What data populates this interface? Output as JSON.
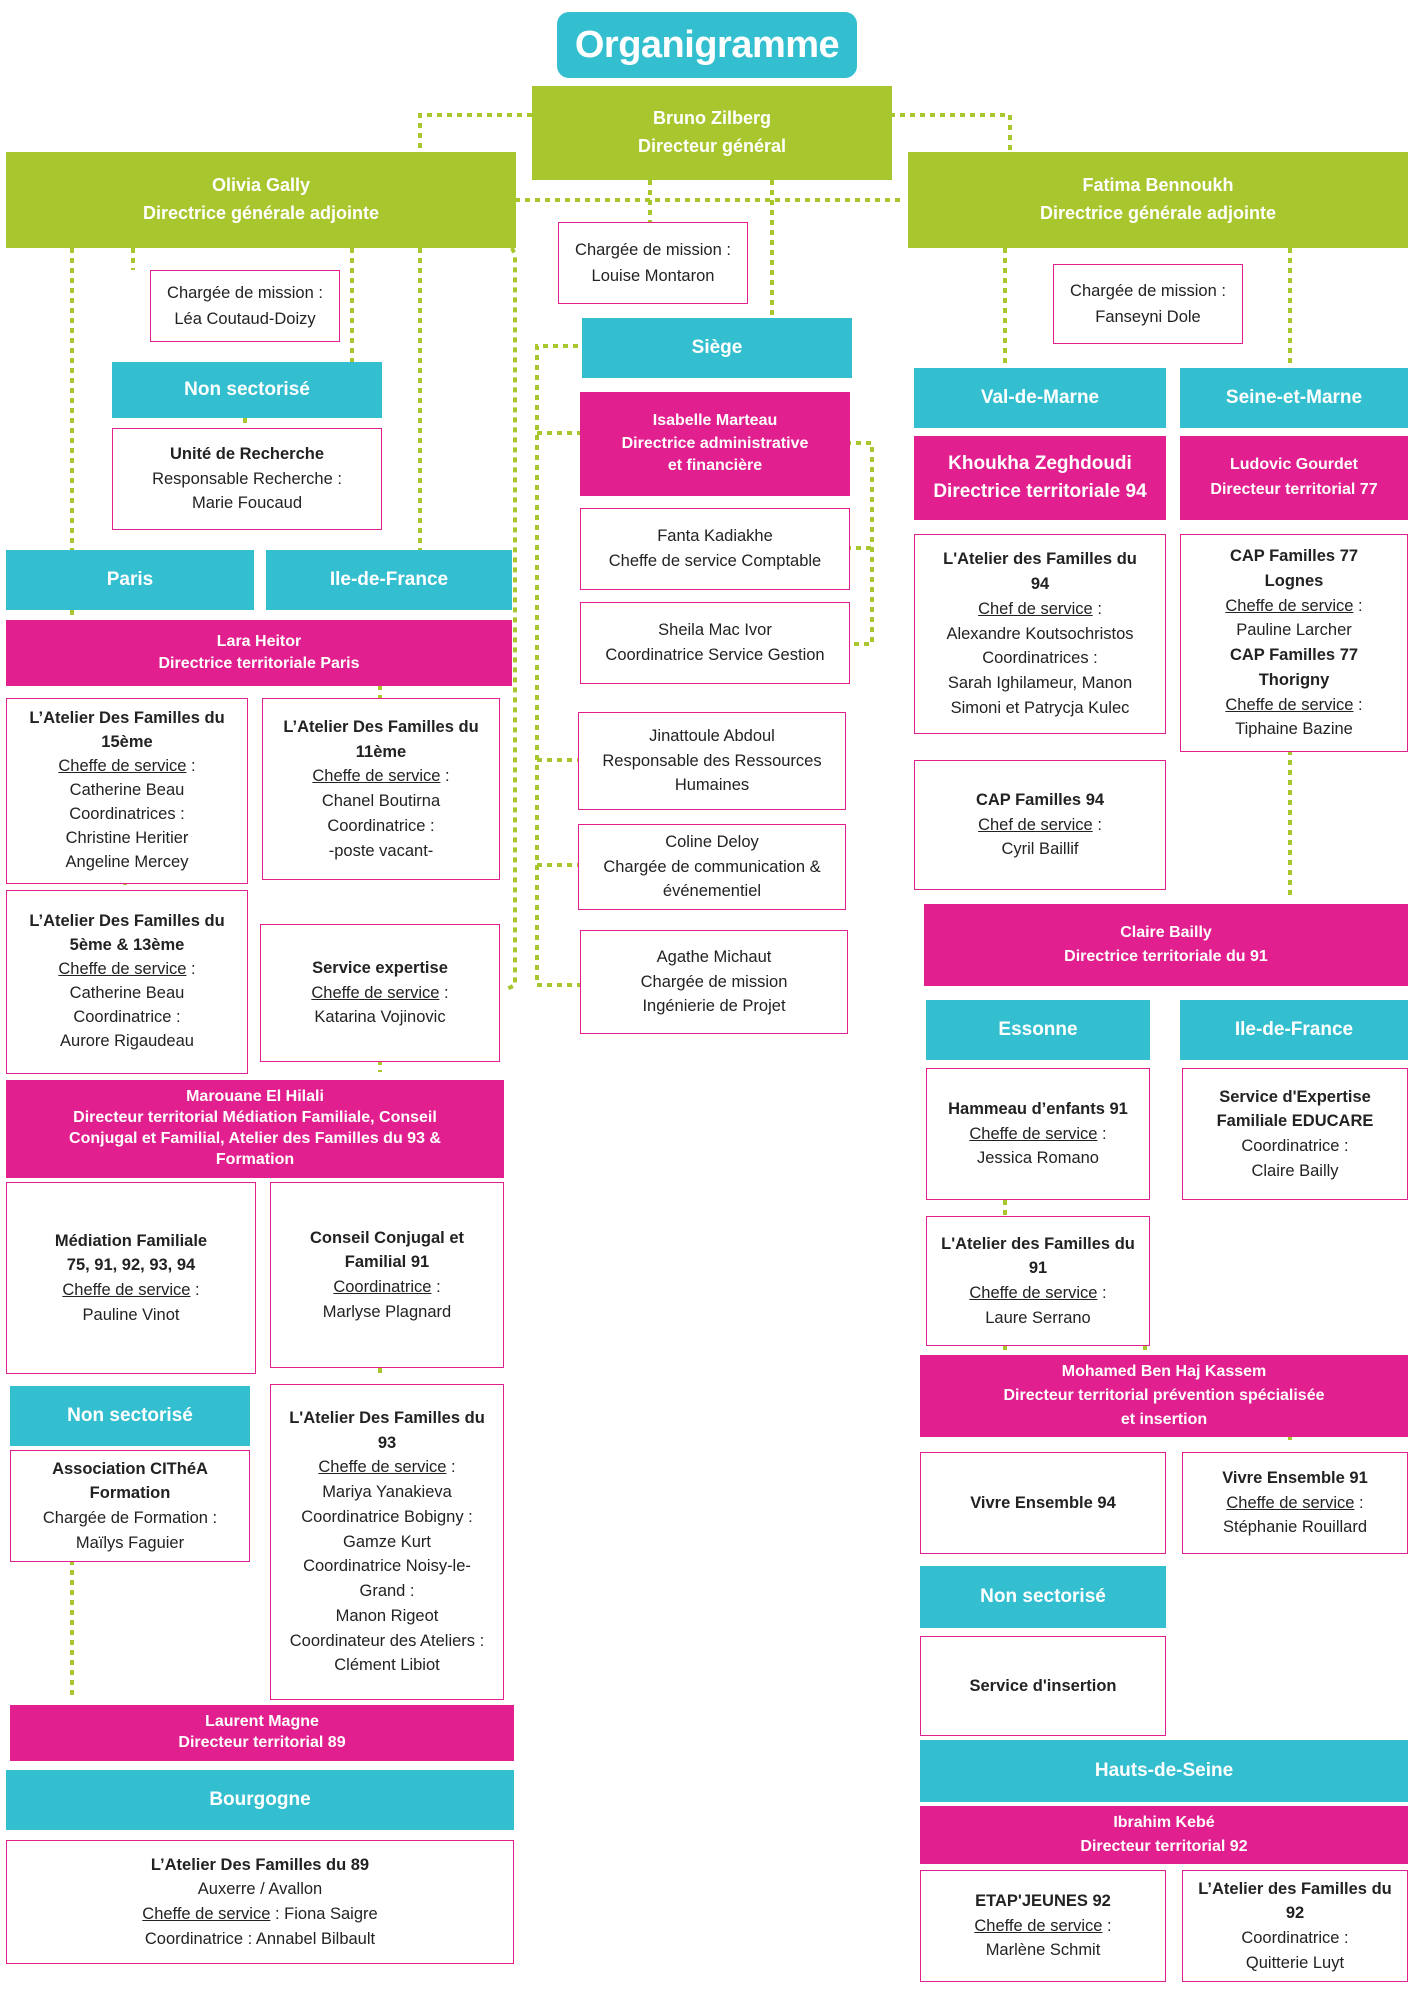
{
  "title": "Organigramme",
  "colors": {
    "green": "#a8c72f",
    "teal": "#33bfd0",
    "magenta": "#e21f8e"
  },
  "directors": {
    "dg": {
      "name": "Bruno Zilberg",
      "role": "Directeur général"
    },
    "left": {
      "name": "Olivia Gally",
      "role": "Directrice générale adjointe"
    },
    "right": {
      "name": "Fatima Bennoukh",
      "role": "Directrice générale adjointe"
    }
  },
  "missions": {
    "dg": {
      "title": "Chargée de mission :",
      "name": "Louise Montaron"
    },
    "left": {
      "title": "Chargée de mission :",
      "name": "Léa Coutaud-Doizy"
    },
    "right": {
      "title": "Chargée de mission :",
      "name": "Fanseyni Dole"
    }
  },
  "left": {
    "non_sectorise_1": "Non sectorisé",
    "recherche": {
      "title": "Unité de Recherche",
      "role": "Responsable Recherche :",
      "name": "Marie Foucaud"
    },
    "paris": "Paris",
    "idf": "Ile-de-France",
    "heitor": {
      "name": "Lara Heitor",
      "role": "Directrice territoriale Paris"
    },
    "atelier15": {
      "title1": "L’Atelier Des Familles du",
      "title2": "15ème",
      "l1": "Cheffe de service",
      "l1b": " :",
      "l2": "Catherine Beau",
      "l3": "Coordinatrices :",
      "l4": "Christine Heritier",
      "l5": "Angeline Mercey"
    },
    "atelier11": {
      "title1": "L’Atelier Des Familles du",
      "title2": "11ème",
      "l1": "Cheffe de service",
      "l1b": " :",
      "l2": "Chanel Boutirna",
      "l3": "Coordinatrice :",
      "l4": "-poste vacant-"
    },
    "atelier5": {
      "title1": "L’Atelier Des Familles du",
      "title2": "5ème & 13ème",
      "l1": "Cheffe de service",
      "l1b": " :",
      "l2": "Catherine Beau",
      "l3": "Coordinatrice :",
      "l4": "Aurore Rigaudeau"
    },
    "expertise": {
      "title": "Service expertise",
      "l1": "Cheffe de service",
      "l1b": " :",
      "l2": "Katarina Vojinovic"
    },
    "elhilali": {
      "name": "Marouane El Hilali",
      "r1": "Directeur territorial Médiation Familiale, Conseil",
      "r2": "Conjugal et Familial, Atelier des Familles du 93 &",
      "r3": "Formation"
    },
    "mediation": {
      "t1": "Médiation Familiale",
      "t2": "75, 91, 92, 93, 94",
      "l1": "Cheffe de service",
      "l1b": " :",
      "l2": "Pauline Vinot"
    },
    "conseil": {
      "t1": "Conseil Conjugal et",
      "t2": "Familial 91",
      "l1": "Coordinatrice",
      "l1b": " :",
      "l2": "Marlyse Plagnard"
    },
    "non_sectorise_2": "Non sectorisé",
    "cithea": {
      "t1": "Association CIThéA",
      "t2": "Formation",
      "l1": "Chargée de Formation :",
      "l2": "Maïlys Faguier"
    },
    "atelier93": {
      "t1": "L'Atelier Des Familles du",
      "t2": "93",
      "l1": "Cheffe de service",
      "l1b": " :",
      "l2": "Mariya Yanakieva",
      "l3": "Coordinatrice Bobigny :",
      "l4": "Gamze Kurt",
      "l5": "Coordinatrice Noisy-le-",
      "l6": "Grand :",
      "l7": "Manon Rigeot",
      "l8": "Coordinateur des Ateliers :",
      "l9": "Clément Libiot"
    },
    "magne": {
      "name": "Laurent Magne",
      "role": "Directeur territorial 89"
    },
    "bourgogne": "Bourgogne",
    "atelier89": {
      "t1": "L’Atelier Des Familles du 89",
      "l1": "Auxerre / Avallon",
      "l2": "Cheffe de service",
      "l2b": " : Fiona Saigre",
      "l3": "Coordinatrice : Annabel Bilbault"
    }
  },
  "center": {
    "siege": "Siège",
    "marteau": {
      "name": "Isabelle Marteau",
      "r1": "Directrice administrative",
      "r2": "et financière"
    },
    "kadiakhe": {
      "name": "Fanta Kadiakhe",
      "role": "Cheffe de service Comptable"
    },
    "macivor": {
      "name": "Sheila Mac Ivor",
      "role": "Coordinatrice Service Gestion"
    },
    "abdoul": {
      "name": "Jinattoule Abdoul",
      "r1": "Responsable des Ressources",
      "r2": "Humaines"
    },
    "deloy": {
      "name": "Coline Deloy",
      "r1": "Chargée de communication &",
      "r2": "événementiel"
    },
    "michaut": {
      "name": "Agathe Michaut",
      "r1": "Chargée de mission",
      "r2": "Ingénierie de Projet"
    }
  },
  "right": {
    "vdm": "Val-de-Marne",
    "sem": "Seine-et-Marne",
    "zeghdoudi": {
      "name": "Khoukha Zeghdoudi",
      "role": "Directrice territoriale 94"
    },
    "gourdet": {
      "name": "Ludovic Gourdet",
      "role": "Directeur territorial 77"
    },
    "atelier94": {
      "t1": "L'Atelier des Familles du",
      "t2": "94",
      "l1": "Chef de service",
      "l1b": " :",
      "l2": "Alexandre Koutsochristos",
      "l3": "Coordinatrices :",
      "l4": "Sarah Ighilameur, Manon",
      "l5": "Simoni et Patrycja Kulec"
    },
    "cap77": {
      "t1": "CAP Familles 77",
      "t2": "Lognes",
      "l1": "Cheffe de service",
      "l1b": " :",
      "l2": "Pauline Larcher",
      "t3": "CAP Familles 77",
      "t4": "Thorigny",
      "l3": "Cheffe de service",
      "l3b": " :",
      "l4": "Tiphaine Bazine"
    },
    "cap94": {
      "t1": "CAP Familles 94",
      "l1": "Chef de service",
      "l1b": " :",
      "l2": "Cyril Baillif"
    },
    "bailly": {
      "name": "Claire Bailly",
      "role": "Directrice territoriale du 91"
    },
    "essonne": "Essonne",
    "idf": "Ile-de-France",
    "hameau": {
      "t1": "Hammeau d’enfants 91",
      "l1": "Cheffe de service",
      "l1b": " :",
      "l2": "Jessica Romano"
    },
    "educare": {
      "t1": "Service d'Expertise",
      "t2": "Familiale EDUCARE",
      "l1": "Coordinatrice :",
      "l2": "Claire Bailly"
    },
    "atelier91": {
      "t1": "L'Atelier des Familles du",
      "t2": "91",
      "l1": "Cheffe de service",
      "l1b": " :",
      "l2": "Laure Serrano"
    },
    "kassem": {
      "name": "Mohamed Ben Haj Kassem",
      "r1": "Directeur territorial prévention spécialisée",
      "r2": "et insertion"
    },
    "vivre94": {
      "t1": "Vivre Ensemble 94"
    },
    "vivre91": {
      "t1": "Vivre Ensemble 91",
      "l1": "Cheffe de service",
      "l1b": " :",
      "l2": "Stéphanie Rouillard"
    },
    "non_sectorise": "Non sectorisé",
    "insertion": {
      "t1": "Service d'insertion"
    },
    "hds": "Hauts-de-Seine",
    "kebe": {
      "name": "Ibrahim Kebé",
      "role": "Directeur territorial 92"
    },
    "etap": {
      "t1": "ETAP'JEUNES 92",
      "l1": "Cheffe de service",
      "l1b": " :",
      "l2": "Marlène Schmit"
    },
    "atelier92": {
      "t1": "L’Atelier des Familles du",
      "t2": "92",
      "l1": "Coordinatrice :",
      "l2": "Quitterie Luyt"
    }
  }
}
